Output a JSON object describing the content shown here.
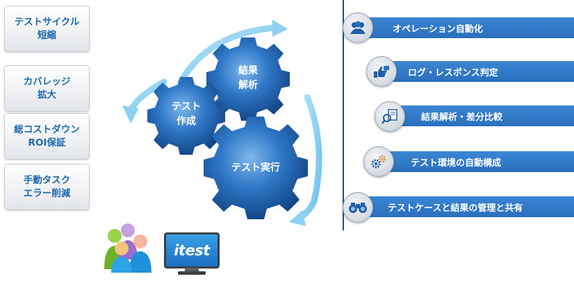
{
  "benefits": [
    {
      "label": "テストサイクル\n短縮"
    },
    {
      "label": "カバレッジ\n拡大"
    },
    {
      "label": "総コストダウン\nROI保証"
    },
    {
      "label": "手動タスク\nエラー削減"
    }
  ],
  "gears": {
    "result_analysis": "結果\n解析",
    "test_creation": "テスト\n作成",
    "test_execution": "テスト実行"
  },
  "features": [
    {
      "label": "オペレーション自動化",
      "icon": "people-group-icon"
    },
    {
      "label": "ログ・レスポンス判定",
      "icon": "thumbs-up-down-icon"
    },
    {
      "label": "結果解析・差分比較",
      "icon": "magnifier-document-icon"
    },
    {
      "label": "テスト環境の自動構成",
      "icon": "gears-icon"
    },
    {
      "label": "テストケースと結果の管理と共有",
      "icon": "binoculars-icon"
    }
  ],
  "logo": {
    "text": "itest"
  },
  "colors": {
    "accent": "#2a6fbe",
    "benefit_text": "#1d67ad",
    "arrow": "#8fd0f2"
  }
}
